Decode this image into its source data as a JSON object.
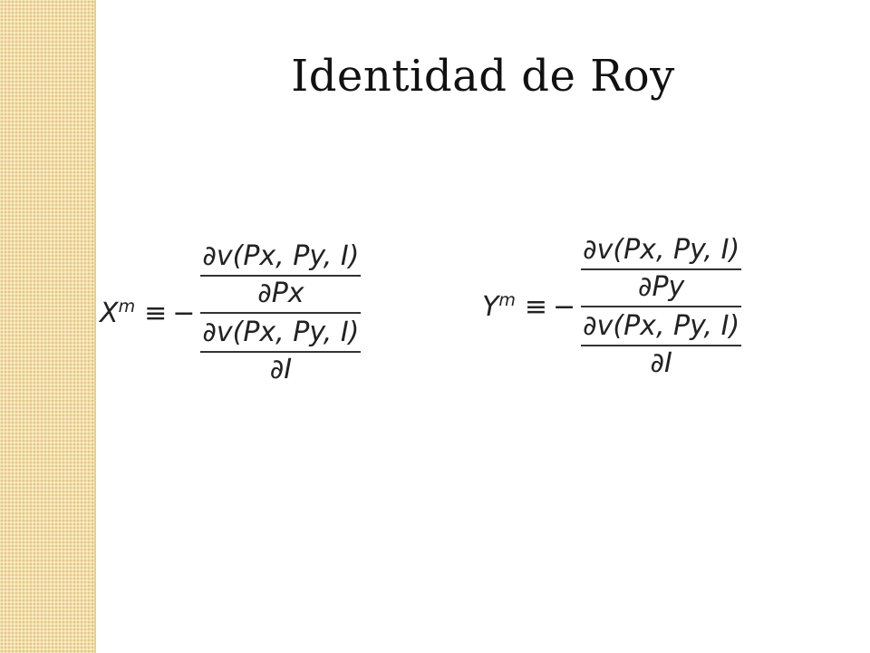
{
  "title": "Identidad de Roy",
  "formula_x": {
    "lhs_base": "X",
    "lhs_sup": "m",
    "equiv": "≡",
    "minus": "−",
    "top_numerator": "∂v(Px, Py, I)",
    "top_denominator": "∂Px",
    "bottom_numerator": "∂v(Px, Py, I)",
    "bottom_denominator": "∂I"
  },
  "formula_y": {
    "lhs_base": "Y",
    "lhs_sup": "m",
    "equiv": "≡",
    "minus": "−",
    "top_numerator": "∂v(Px, Py, I)",
    "top_denominator": "∂Py",
    "bottom_numerator": "∂v(Px, Py, I)",
    "bottom_denominator": "∂I"
  },
  "colors": {
    "side_strip": "#f3dea8",
    "text": "#111111"
  }
}
